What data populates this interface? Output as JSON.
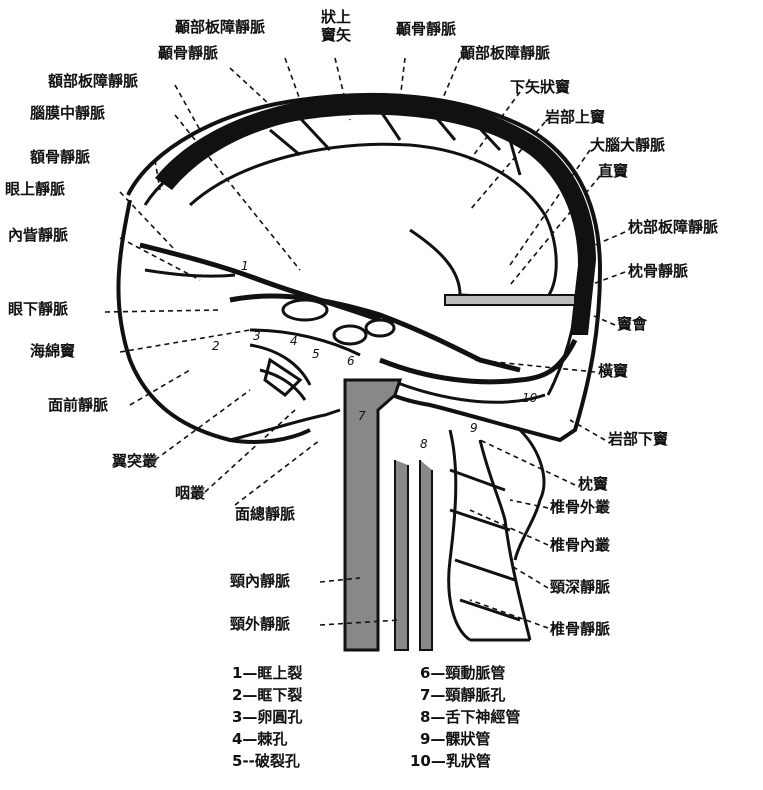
{
  "labels": {
    "sagittal_sinus_top": "狀上\n竇矢",
    "temporal_diploic_a": "顳部板障靜脈",
    "temporal_bone_vein_a": "顳骨靜脈",
    "temporal_bone_vein_b": "顳骨靜脈",
    "temporal_diploic_b": "顳部板障靜脈",
    "frontal_diploic": "額部板障靜脈",
    "inferior_sagittal_sinus": "下矢狀竇",
    "middle_meningeal": "腦膜中靜脈",
    "superior_petrosal": "岩部上竇",
    "frontal_bone_vein": "額骨靜脈",
    "great_cerebral_vein": "大腦大靜脈",
    "superior_ophthalmic": "眼上靜脈",
    "straight_sinus": "直竇",
    "inner_vein": "內眥靜脈",
    "occipital_diploic": "枕部板障靜脈",
    "occipital_bone_vein": "枕骨靜脈",
    "inferior_ophthalmic": "眼下靜脈",
    "confluence": "竇會",
    "cavernous_sinus": "海綿竇",
    "transverse_sinus": "橫竇",
    "anterior_facial": "面前靜脈",
    "inferior_petrosal": "岩部下竇",
    "pterygoid_plexus": "翼突叢",
    "occipital_sinus": "枕竇",
    "pharyngeal_plexus": "咽叢",
    "external_vertebral": "椎骨外叢",
    "common_facial": "面總靜脈",
    "internal_vertebral": "椎骨內叢",
    "deep_cervical": "頸深靜脈",
    "internal_jugular": "頸內靜脈",
    "external_jugular": "頸外靜脈",
    "vertebral_vein": "椎骨靜脈"
  },
  "numbers": [
    "1",
    "2",
    "3",
    "4",
    "5",
    "6",
    "7",
    "8",
    "9",
    "10"
  ],
  "legend": [
    "1—眶上裂",
    "2—眶下裂",
    "3—卵圓孔",
    "4—棘孔",
    "5--破裂孔",
    "6—頸動脈管",
    "7—頸靜脈孔",
    "8—舌下神經管",
    "9—髁狀管",
    "10—乳狀管"
  ]
}
